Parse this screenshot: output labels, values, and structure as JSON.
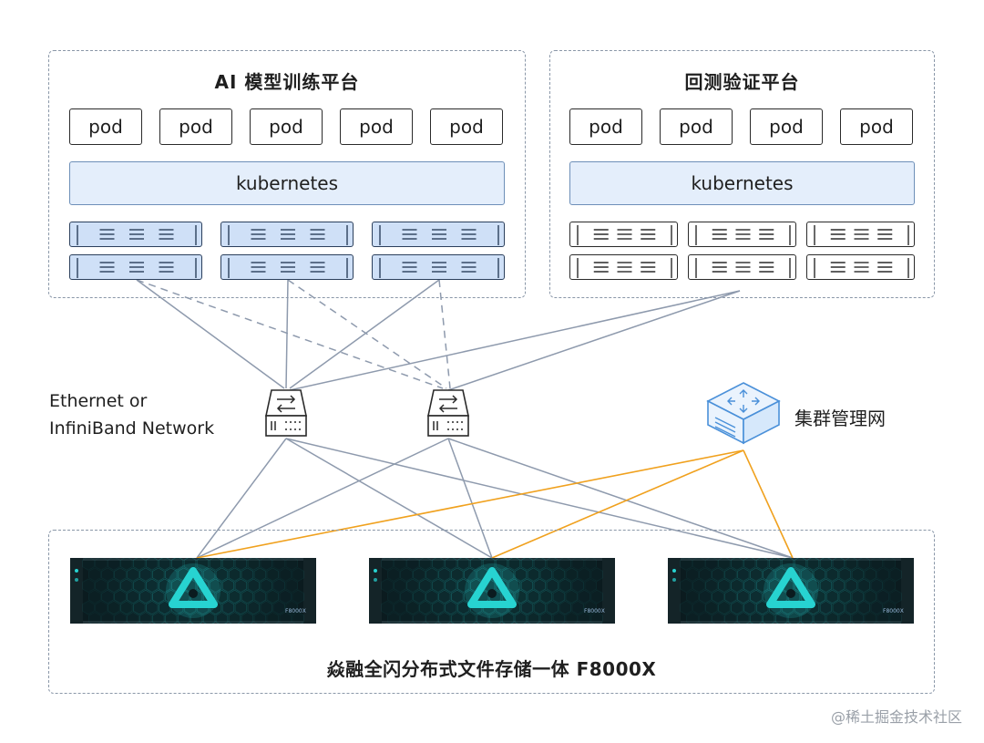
{
  "ai_platform": {
    "title": "AI 模型训练平台",
    "pods": [
      "pod",
      "pod",
      "pod",
      "pod",
      "pod"
    ],
    "kubernetes_label": "kubernetes"
  },
  "backtest_platform": {
    "title": "回测验证平台",
    "pods": [
      "pod",
      "pod",
      "pod",
      "pod"
    ],
    "kubernetes_label": "kubernetes"
  },
  "network": {
    "label_line1": "Ethernet or",
    "label_line2": "InfiniBand Network"
  },
  "management_network": {
    "label": "集群管理网"
  },
  "storage": {
    "title": "焱融全闪分布式文件存储一体 F8000X",
    "appliance_model": "F8000X"
  },
  "watermark": "@稀土掘金技术社区",
  "colors": {
    "data_link": "#8e9aad",
    "management_link": "#f0a11e",
    "kubernetes_fill": "#e4eefb",
    "ai_server_fill": "#cfe0f7",
    "appliance_glow": "#27d3d1"
  }
}
